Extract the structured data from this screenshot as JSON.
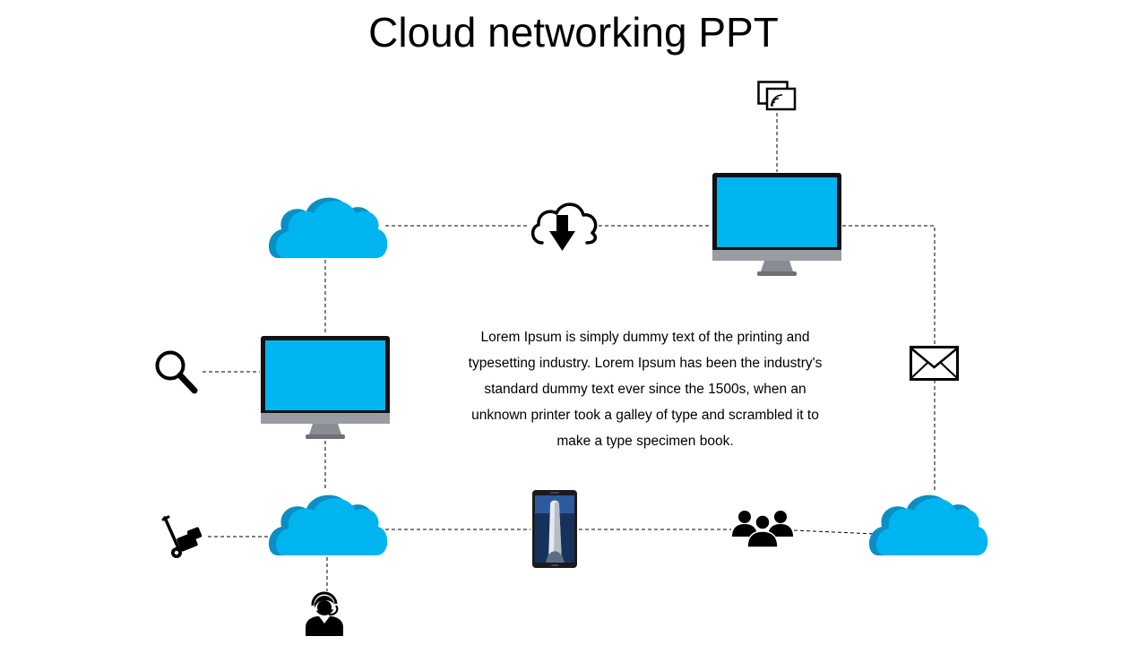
{
  "slide": {
    "title": "Cloud networking PPT",
    "body": "Lorem Ipsum is simply dummy text of the printing and typesetting industry. Lorem Ipsum has been the industry's standard dummy text ever since the 1500s, when an unknown printer took a galley of type and scrambled it to make a type specimen book."
  },
  "colors": {
    "cloud": "#00b4f0",
    "cloud_shadow": "#0a8fc4",
    "screen": "#00b4f0",
    "bezel": "#111111",
    "stand": "#9a9ca3",
    "icon": "#000000",
    "connector": "#000000"
  },
  "nodes": [
    {
      "id": "cloud-top-left",
      "kind": "cloud"
    },
    {
      "id": "cloud-download",
      "kind": "cloud-download-icon"
    },
    {
      "id": "monitor-top-right",
      "kind": "monitor"
    },
    {
      "id": "cast-screen",
      "kind": "cast-icon"
    },
    {
      "id": "monitor-middle-left",
      "kind": "monitor"
    },
    {
      "id": "search",
      "kind": "magnifier-icon"
    },
    {
      "id": "mail",
      "kind": "envelope-icon"
    },
    {
      "id": "cloud-bottom-left",
      "kind": "cloud"
    },
    {
      "id": "hand-truck",
      "kind": "hand-truck-icon"
    },
    {
      "id": "support-agent",
      "kind": "headset-user-icon"
    },
    {
      "id": "smartphone",
      "kind": "phone"
    },
    {
      "id": "users-group",
      "kind": "users-icon"
    },
    {
      "id": "cloud-bottom-right",
      "kind": "cloud"
    }
  ],
  "connections": [
    [
      "cloud-top-left",
      "cloud-download"
    ],
    [
      "cloud-download",
      "monitor-top-right"
    ],
    [
      "monitor-top-right",
      "cast-screen"
    ],
    [
      "monitor-top-right",
      "mail"
    ],
    [
      "mail",
      "cloud-bottom-right"
    ],
    [
      "cloud-top-left",
      "monitor-middle-left"
    ],
    [
      "search",
      "monitor-middle-left"
    ],
    [
      "monitor-middle-left",
      "cloud-bottom-left"
    ],
    [
      "hand-truck",
      "cloud-bottom-left"
    ],
    [
      "cloud-bottom-left",
      "support-agent"
    ],
    [
      "cloud-bottom-left",
      "smartphone"
    ],
    [
      "smartphone",
      "users-group"
    ],
    [
      "users-group",
      "cloud-bottom-right"
    ]
  ]
}
